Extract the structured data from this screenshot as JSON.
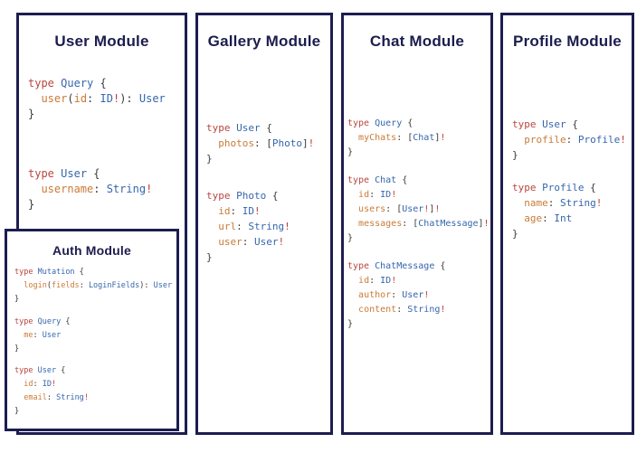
{
  "colors": {
    "border_navy": "#1d1d52",
    "title_navy": "#1c1c4e",
    "keyword_red": "#b8463f",
    "type_blue": "#3566ad",
    "field_orange": "#c97b38",
    "bang_red": "#c03c36",
    "punct_gray": "#3a3a3a"
  },
  "panels": [
    {
      "title": "User Module",
      "blocks": [
        {
          "lines": [
            "type Query {",
            "  user(id: ID!): User",
            "}"
          ]
        },
        {
          "lines": [
            "type User {",
            "  username: String!",
            "}"
          ]
        }
      ]
    },
    {
      "title": "Gallery Module",
      "blocks": [
        {
          "lines": [
            "type User {",
            "  photos: [Photo]!",
            "}"
          ]
        },
        {
          "lines": [
            "type Photo {",
            "  id: ID!",
            "  url: String!",
            "  user: User!",
            "}"
          ]
        }
      ]
    },
    {
      "title": "Chat Module",
      "blocks": [
        {
          "lines": [
            "type Query {",
            "  myChats: [Chat]!",
            "}"
          ]
        },
        {
          "lines": [
            "type Chat {",
            "  id: ID!",
            "  users: [User!]!",
            "  messages: [ChatMessage]!",
            "}"
          ]
        },
        {
          "lines": [
            "type ChatMessage {",
            "  id: ID!",
            "  author: User!",
            "  content: String!",
            "}"
          ]
        }
      ]
    },
    {
      "title": "Profile Module",
      "blocks": [
        {
          "lines": [
            "type User {",
            "  profile: Profile!",
            "}"
          ]
        },
        {
          "lines": [
            "type Profile {",
            "  name: String!",
            "  age: Int",
            "}"
          ]
        }
      ]
    }
  ],
  "auth": {
    "title": "Auth Module",
    "blocks": [
      {
        "lines": [
          "type Mutation {",
          "  login(fields: LoginFields): User",
          "}"
        ]
      },
      {
        "lines": [
          "type Query {",
          "  me: User",
          "}"
        ]
      },
      {
        "lines": [
          "type User {",
          "  id: ID!",
          "  email: String!",
          "}"
        ]
      }
    ]
  }
}
